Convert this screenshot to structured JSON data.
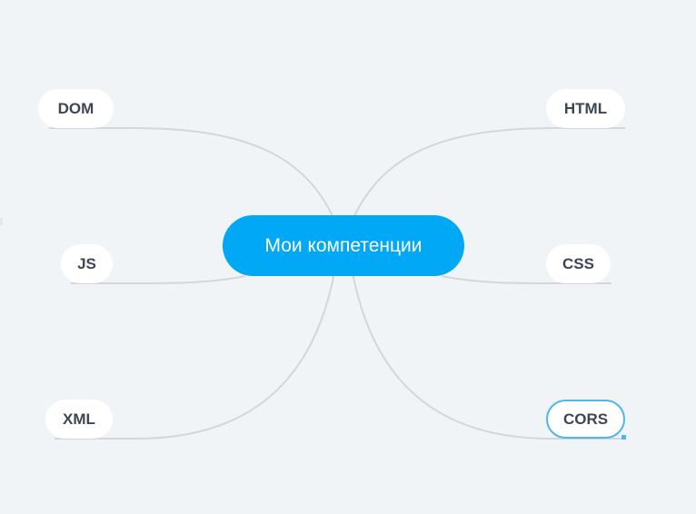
{
  "map": {
    "central_topic": "Мои компетенции",
    "topics": {
      "dom": "DOM",
      "js": "JS",
      "xml": "XML",
      "html": "HTML",
      "css": "CSS",
      "cors": "CORS"
    },
    "selected_topic": "CORS"
  },
  "colors": {
    "background": "#f0f4f7",
    "central_fill": "#00a8f6",
    "central_text": "#ffffff",
    "topic_fill": "#ffffff",
    "topic_text": "#3d4652",
    "connector": "#d3d7da",
    "selection": "#4fb6ea"
  }
}
